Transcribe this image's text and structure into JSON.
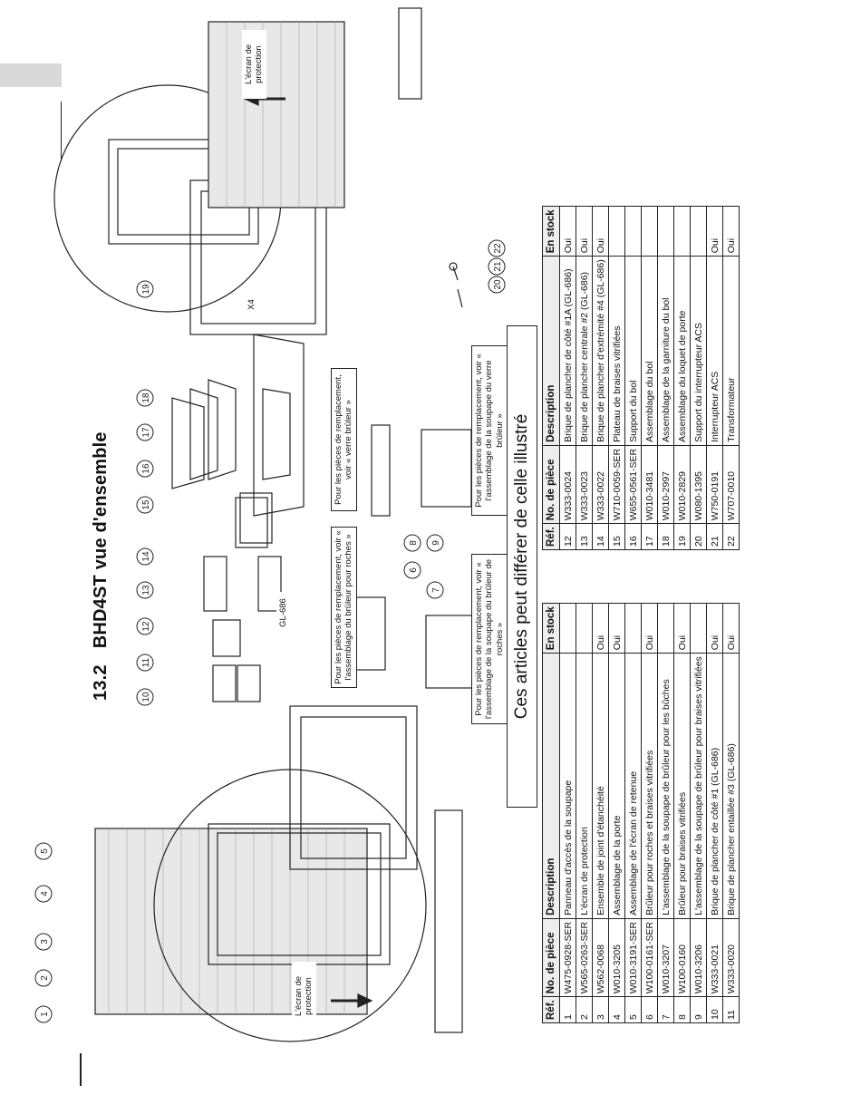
{
  "section": {
    "number": "13.2",
    "title": "BHD4ST vue d'ensemble"
  },
  "notice": "Ces articles peut différer de celle illustré",
  "labels": {
    "screen_left": "L'écran de protection",
    "screen_right": "L'écran de protection",
    "gl686": "GL-686",
    "x4": "X4",
    "note_rocks_a": "Pour les pièces de remplacement, voir « l'assemblage du brûleur pour roches »",
    "note_rocks_b": "Pour les pièces de remplacement, voir « l'assemblage de la soupape du brûleur de roches »",
    "note_glass_a": "Pour les pièces de remplacement, voir « verre brûleur »",
    "note_glass_b": "Pour les pièces de remplacement, voir « l'assemblage de la soupape du verre brûleur »"
  },
  "callouts": [
    "1",
    "2",
    "3",
    "4",
    "5",
    "6",
    "7",
    "8",
    "9",
    "10",
    "11",
    "12",
    "13",
    "14",
    "15",
    "16",
    "17",
    "18",
    "19",
    "20",
    "21",
    "22"
  ],
  "table": {
    "headers": {
      "ref": "Réf.",
      "part": "No. de pièce",
      "desc": "Description",
      "stock": "En stock"
    },
    "left": [
      {
        "ref": "1",
        "part": "W475-0928-SER",
        "desc": "Panneau d'accès de la soupape",
        "stock": ""
      },
      {
        "ref": "2",
        "part": "W565-0263-SER",
        "desc": "L'écran de protection",
        "stock": ""
      },
      {
        "ref": "3",
        "part": "W562-0068",
        "desc": "Ensemble de joint d'étanchéité",
        "stock": "Oui"
      },
      {
        "ref": "4",
        "part": "W010-3205",
        "desc": "Assemblage de la porte",
        "stock": "Oui"
      },
      {
        "ref": "5",
        "part": "W010-3191-SER",
        "desc": "Assemblage de l'écran de retenue",
        "stock": ""
      },
      {
        "ref": "6",
        "part": "W100-0161-SER",
        "desc": "Brûleur pour roches et braises vitrifiées",
        "stock": "Oui"
      },
      {
        "ref": "7",
        "part": "W010-3207",
        "desc": "L'assemblage de la soupape de brûleur pour les bûches",
        "stock": ""
      },
      {
        "ref": "8",
        "part": "W100-0160",
        "desc": "Brûleur pour braises vitrifiées",
        "stock": "Oui"
      },
      {
        "ref": "9",
        "part": "W010-3206",
        "desc": "L'assemblage de la soupape de brûleur pour braises vitrifiées",
        "stock": ""
      },
      {
        "ref": "10",
        "part": "W333-0021",
        "desc": "Brique de plancher de côté #1 (GL-686)",
        "stock": "Oui"
      },
      {
        "ref": "11",
        "part": "W333-0020",
        "desc": "Brique de plancher entaillée #3 (GL-686)",
        "stock": "Oui"
      }
    ],
    "right": [
      {
        "ref": "12",
        "part": "W333-0024",
        "desc": "Brique de plancher de côté #1A (GL-686)",
        "stock": "Oui"
      },
      {
        "ref": "13",
        "part": "W333-0023",
        "desc": "Brique de plancher centrale #2 (GL-686)",
        "stock": "Oui"
      },
      {
        "ref": "14",
        "part": "W333-0022",
        "desc": "Brique de plancher d'extrémité #4 (GL-686)",
        "stock": "Oui"
      },
      {
        "ref": "15",
        "part": "W710-0059-SER",
        "desc": "Plateau de braises vitrifiées",
        "stock": ""
      },
      {
        "ref": "16",
        "part": "W655-0561-SER",
        "desc": "Support du bol",
        "stock": ""
      },
      {
        "ref": "17",
        "part": "W010-3481",
        "desc": "Assemblage du bol",
        "stock": ""
      },
      {
        "ref": "18",
        "part": "W010-2997",
        "desc": "Assemblage de la garniture du bol",
        "stock": ""
      },
      {
        "ref": "19",
        "part": "W010-2829",
        "desc": "Assemblage du loquet de porte",
        "stock": ""
      },
      {
        "ref": "20",
        "part": "W080-1395",
        "desc": "Support du interrupteur ACS",
        "stock": ""
      },
      {
        "ref": "21",
        "part": "W750-0191",
        "desc": "Interrupteur ACS",
        "stock": "Oui"
      },
      {
        "ref": "22",
        "part": "W707-0010",
        "desc": "Transformateur",
        "stock": "Oui"
      }
    ]
  }
}
